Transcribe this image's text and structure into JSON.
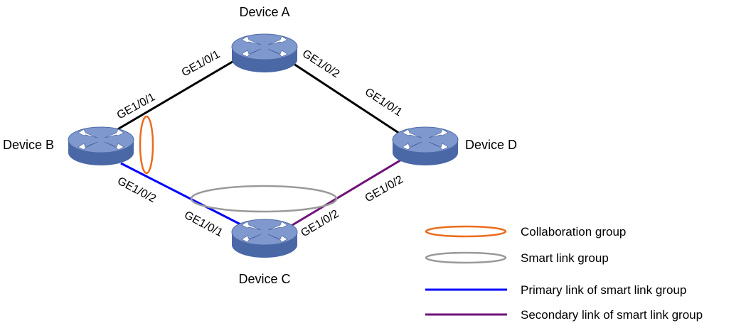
{
  "devices": {
    "a": {
      "label": "Device A"
    },
    "b": {
      "label": "Device B"
    },
    "c": {
      "label": "Device C"
    },
    "d": {
      "label": "Device D"
    }
  },
  "ports": {
    "a_left": "GE1/0/1",
    "a_right": "GE1/0/2",
    "d_top": "GE1/0/1",
    "d_bottom": "GE1/0/2",
    "b_top": "GE1/0/1",
    "b_bottom": "GE1/0/2",
    "c_left": "GE1/0/1",
    "c_right": "GE1/0/2"
  },
  "legend": {
    "collaboration": "Collaboration group",
    "smart_link": "Smart link group",
    "primary": "Primary link of smart link group",
    "secondary": "Secondary link of smart link group"
  },
  "colors": {
    "router_body": "#5a78b4",
    "router_top": "#7f99cf",
    "link_default": "#000000",
    "primary_link": "#0000ff",
    "secondary_link": "#70117a",
    "collaboration": "#ec6c1b",
    "smart_link": "#9a9a9a"
  },
  "icons": {
    "router": "router-icon"
  }
}
